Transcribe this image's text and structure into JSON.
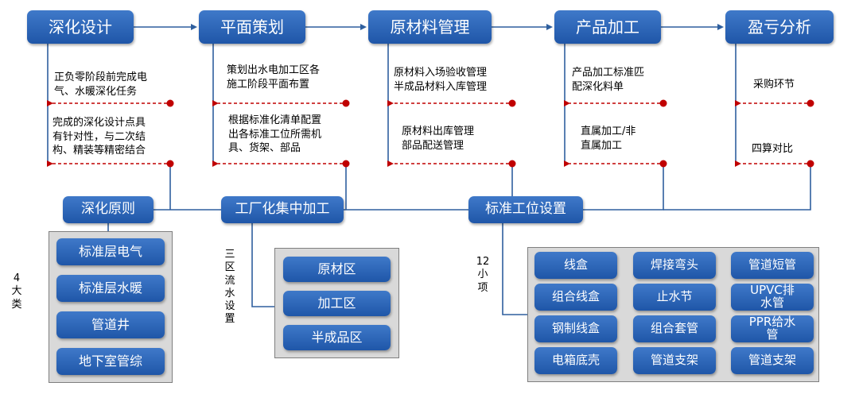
{
  "stages": [
    "深化设计",
    "平面策划",
    "原材料管理",
    "产品加工",
    "盈亏分析"
  ],
  "notes": {
    "s1_top": [
      "正负零阶段前完成电",
      "气、水暖深化任务"
    ],
    "s1_bottom": [
      "完成的深化设计点具",
      "有针对性，与二次结",
      "构、精装等精密结合"
    ],
    "s2_top": [
      "策划出水电加工区各",
      "施工阶段平面布置"
    ],
    "s2_bottom": [
      "根据标准化清单配置",
      "出各标准工位所需机",
      "具、货架、部品"
    ],
    "s3_top": [
      "原材料入场验收管理",
      "半成品材料入库管理"
    ],
    "s3_bottom": [
      "原材料出库管理",
      "部品配送管理"
    ],
    "s4_top": [
      "产品加工标准匹",
      "配深化料单"
    ],
    "s4_bottom": [
      "直属加工/非",
      "直属加工"
    ],
    "s5_top": [
      "采购环节"
    ],
    "s5_bottom": [
      "四算对比"
    ]
  },
  "categories": [
    "深化原则",
    "工厂化集中加工",
    "标准工位设置"
  ],
  "side_labels": {
    "four": [
      "4",
      "大",
      "类"
    ],
    "three": [
      "三",
      "区",
      "流",
      "水",
      "设",
      "置"
    ],
    "twelve": [
      "12",
      "小",
      "项"
    ]
  },
  "panel1_items": [
    "标准层电气",
    "标准层水暖",
    "管道井",
    "地下室管综"
  ],
  "panel2_items": [
    "原材区",
    "加工区",
    "半成品区"
  ],
  "panel3_items": [
    [
      "线盒",
      "焊接弯头",
      "管道短管"
    ],
    [
      "组合线盒",
      "止水节",
      "UPVC排|水管"
    ],
    [
      "钢制线盒",
      "组合套管",
      "PPR给水|管"
    ],
    [
      "电箱底壳",
      "管道支架",
      "管道支架"
    ]
  ],
  "colors": {
    "box": "#2b62b4",
    "line": "#2f5f9e",
    "dash": "#c00000",
    "dot": "#c00000",
    "panel": "#d9d9d9"
  }
}
